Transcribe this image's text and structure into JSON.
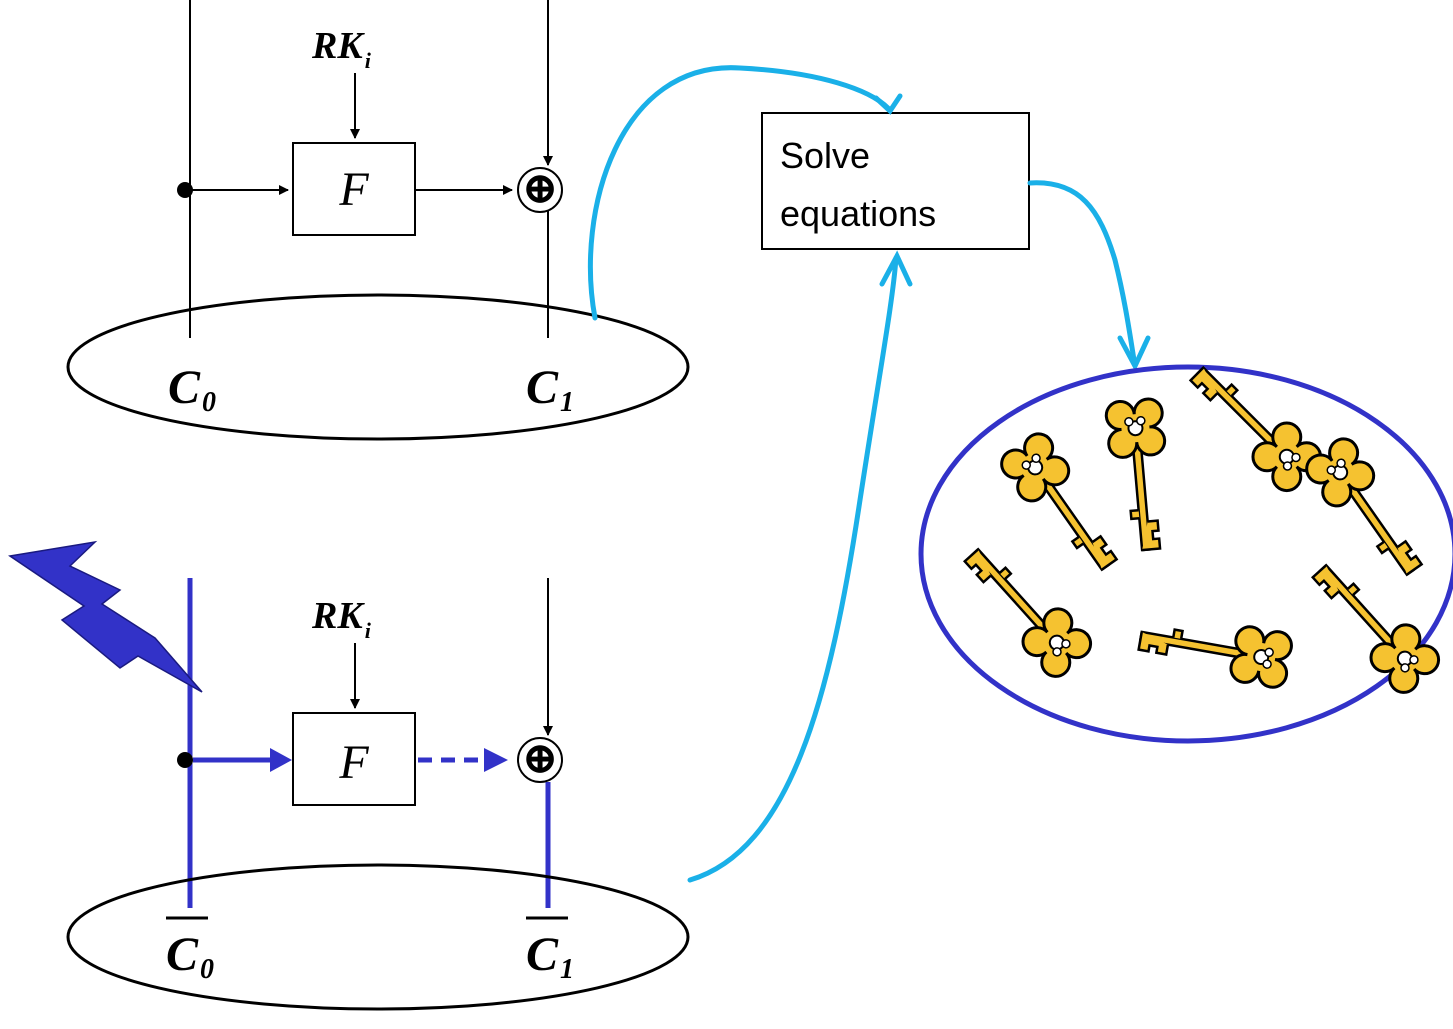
{
  "colors": {
    "line": "#000000",
    "fault": "#3232c8",
    "arrow": "#1ab0e8",
    "key_fill": "#f5c230",
    "key_outline": "#000000"
  },
  "top_round": {
    "round_key": "RK",
    "round_key_sub": "i",
    "function": "F",
    "xor": "⊕",
    "left_out": "C",
    "left_out_sub": "0",
    "right_out": "C",
    "right_out_sub": "1"
  },
  "bottom_round": {
    "round_key": "RK",
    "round_key_sub": "i",
    "function": "F",
    "xor": "⊕",
    "left_out": "C",
    "left_out_sub": "0",
    "right_out": "C",
    "right_out_sub": "1"
  },
  "solver": {
    "line1": "Solve",
    "line2": "equations"
  },
  "icons": {
    "fault": "lightning-bolt-icon",
    "key": "key-icon"
  }
}
